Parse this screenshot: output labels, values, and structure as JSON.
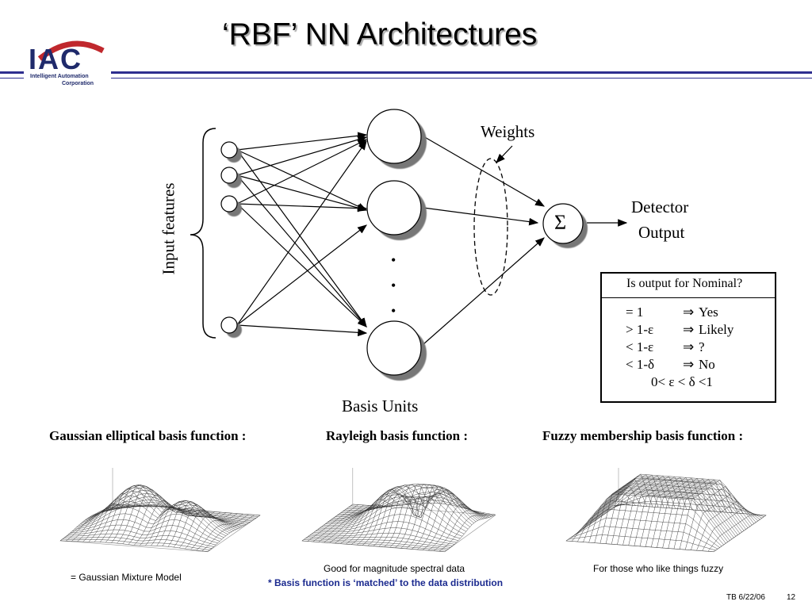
{
  "logo": {
    "mark": "IAC",
    "line1": "Intelligent Automation",
    "line2": "Corporation"
  },
  "title": "‘RBF’ NN Architectures",
  "diagram": {
    "weights_label": "Weights",
    "input_label": "Input features",
    "basis_label": "Basis Units",
    "sum_symbol": "Σ",
    "output_line1": "Detector",
    "output_line2": "Output",
    "ellipsis": "•"
  },
  "rule_table": {
    "header": "Is output for Nominal?",
    "rows": [
      {
        "cond": "= 1",
        "arrow": "⇒",
        "result": "Yes"
      },
      {
        "cond": "> 1-ε",
        "arrow": "⇒",
        "result": "Likely"
      },
      {
        "cond": "< 1-ε",
        "arrow": "⇒",
        "result": "?"
      },
      {
        "cond": "< 1-δ",
        "arrow": "⇒",
        "result": "No"
      }
    ],
    "constraint": "0< ε < δ <1"
  },
  "basis_functions": [
    {
      "heading": "Gaussian elliptical basis function :",
      "caption": "= Gaussian Mixture Model",
      "shape": "gaussian-mixture"
    },
    {
      "heading": "Rayleigh basis function :",
      "caption": "Good for magnitude spectral data",
      "shape": "rayleigh"
    },
    {
      "heading": "Fuzzy membership basis function :",
      "caption": "For those who like things fuzzy",
      "shape": "fuzzy-plateau"
    }
  ],
  "note": "* Basis function is ‘matched’ to the data distribution",
  "footer": {
    "author_date": "TB 6/22/06",
    "page": "12"
  },
  "colors": {
    "rule": "#2e2e8f",
    "note": "#1b2a8f",
    "logo": "#1f2a6b",
    "logo_arc": "#c0282d"
  }
}
